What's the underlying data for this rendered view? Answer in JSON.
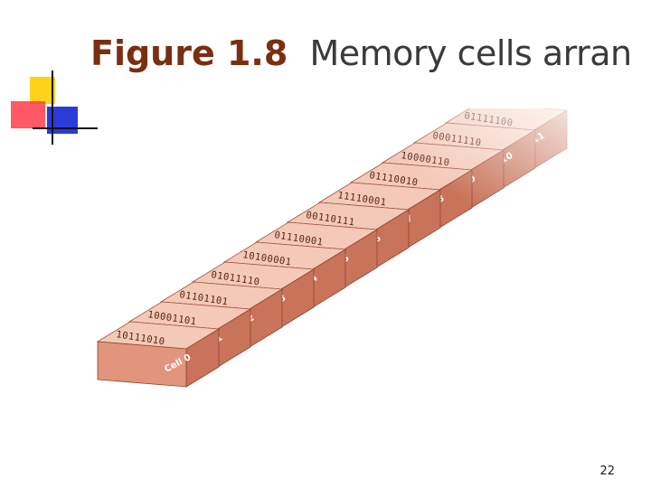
{
  "slide": {
    "title_prefix": "Figure 1.8",
    "title_text": "Memory cells arranged by address",
    "page_number": "22"
  },
  "figure": {
    "cells": [
      {
        "label": "Cell 0",
        "bits": "10111010"
      },
      {
        "label": "Cell 1",
        "bits": "10001101"
      },
      {
        "label": "Cell 2",
        "bits": "01101101"
      },
      {
        "label": "Cell 3",
        "bits": "01011110"
      },
      {
        "label": "Cell 4",
        "bits": "10100001"
      },
      {
        "label": "Cell 5",
        "bits": "01110001"
      },
      {
        "label": "Cell 6",
        "bits": "00110111"
      },
      {
        "label": "Cell 7",
        "bits": "11110001"
      },
      {
        "label": "Cell 8",
        "bits": "01110010"
      },
      {
        "label": "Cell 9",
        "bits": "10000110"
      },
      {
        "label": "Cell 10",
        "bits": "00011110"
      },
      {
        "label": "Cell 11",
        "bits": "01111100"
      }
    ]
  },
  "colors": {
    "title_accent": "#7a2f10",
    "cell_face": "#e0957c",
    "cell_top": "#f4c9b8",
    "cell_side": "#c9735a",
    "deco_yellow": "#ffd21a",
    "deco_red": "#ff3d4a",
    "deco_blue": "#2a3bd8"
  }
}
